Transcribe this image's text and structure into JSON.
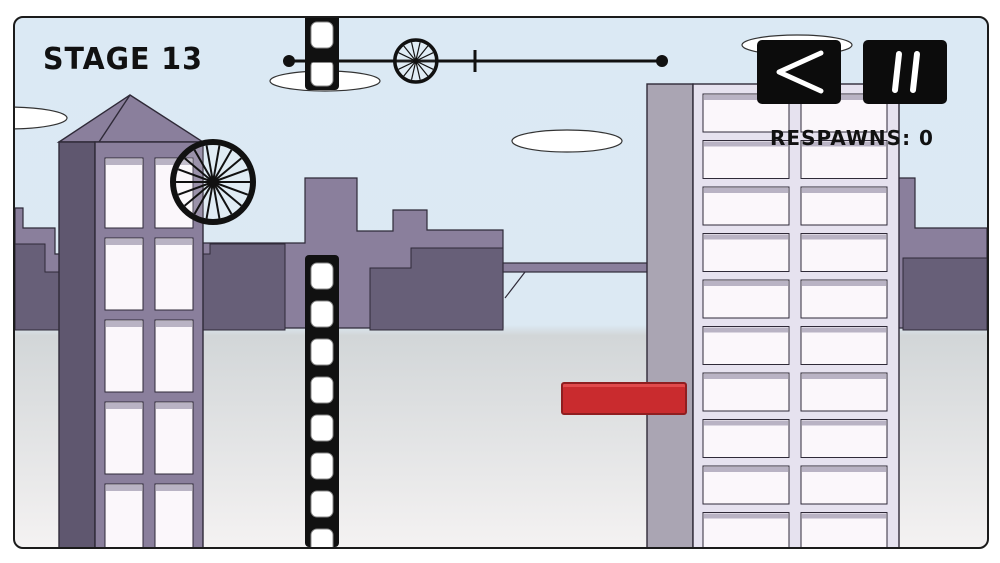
{
  "hud": {
    "stage_label": "STAGE 13",
    "respawns_label": "RESPAWNS: 0",
    "respawns_count": 0
  },
  "buttons": {
    "back_icon": "chevron-left-icon",
    "pause_icon": "pause-icon"
  },
  "progress": {
    "fraction": 0.34,
    "checkpoints": 1
  },
  "colors": {
    "sky": "#dce9f3",
    "building_dark": "#5f576f",
    "building_mid": "#857a99",
    "building_light": "#b0abb9",
    "window": "#fbf7fb",
    "platform_red": "#c92b2e",
    "ui_black": "#0c0c0c"
  }
}
